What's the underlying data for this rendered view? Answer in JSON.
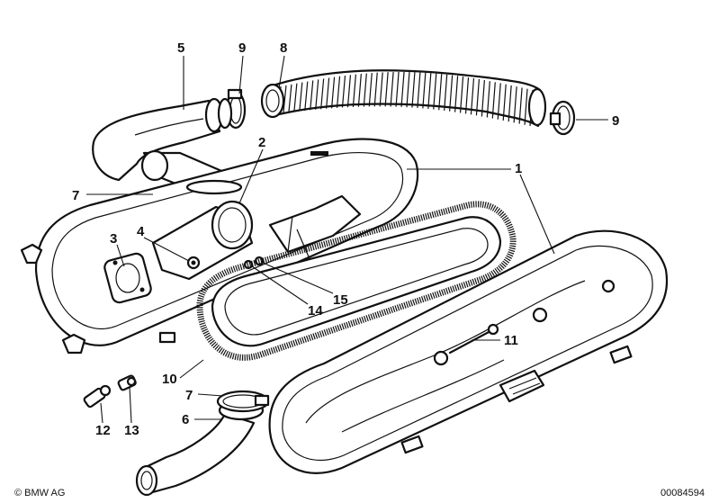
{
  "labels": {
    "l1": "1",
    "l2": "2",
    "l3": "3",
    "l4": "4",
    "l5": "5",
    "l6": "6",
    "l7a": "7",
    "l7b": "7",
    "l8": "8",
    "l9a": "9",
    "l9b": "9",
    "l10": "10",
    "l11": "11",
    "l12": "12",
    "l13": "13",
    "l14": "14",
    "l15": "15"
  },
  "footer": {
    "copyright": "© BMW AG",
    "drawing_number": "00084594"
  }
}
